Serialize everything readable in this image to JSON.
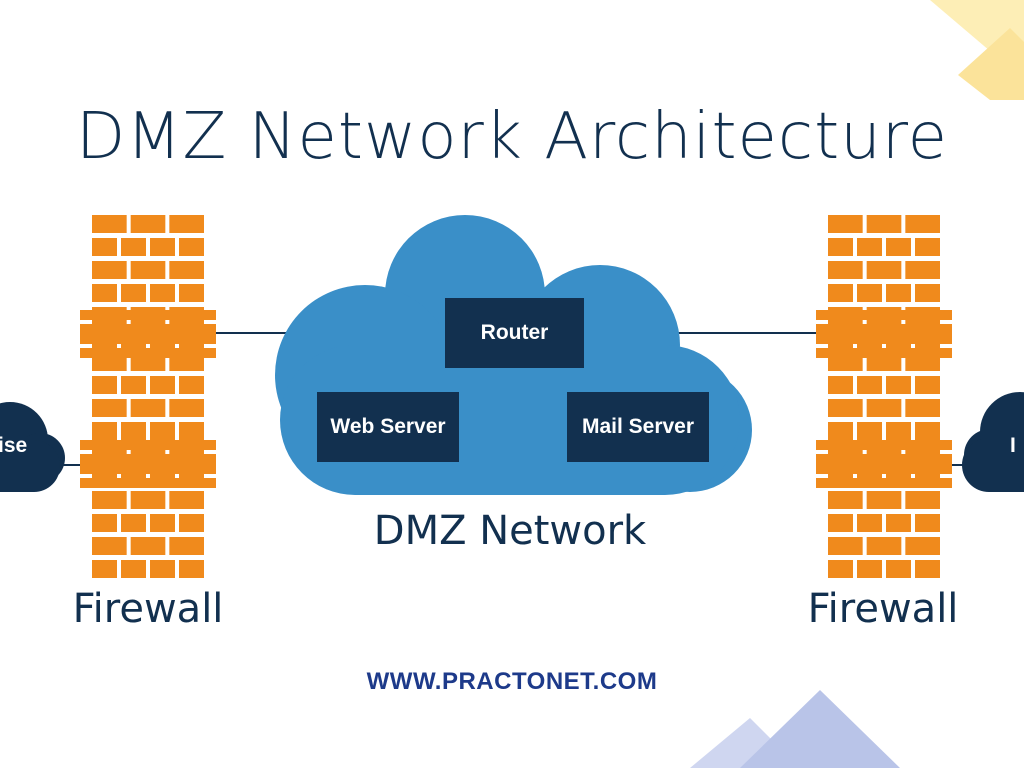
{
  "title": "DMZ Network Architecture",
  "dmz_label": "DMZ Network",
  "nodes": {
    "router": "Router",
    "web_server": "Web Server",
    "mail_server": "Mail Server",
    "left_cloud": "ise",
    "right_cloud": "I"
  },
  "firewalls": {
    "left": "Firewall",
    "right": "Firewall"
  },
  "website": "WWW.PRACTONET.COM",
  "colors": {
    "navy": "#12304f",
    "cloud_blue": "#3a8fc8",
    "brick_orange": "#f08a1c",
    "accent_yellow": "#fce49c",
    "accent_lavender": "#b9c4e8"
  }
}
